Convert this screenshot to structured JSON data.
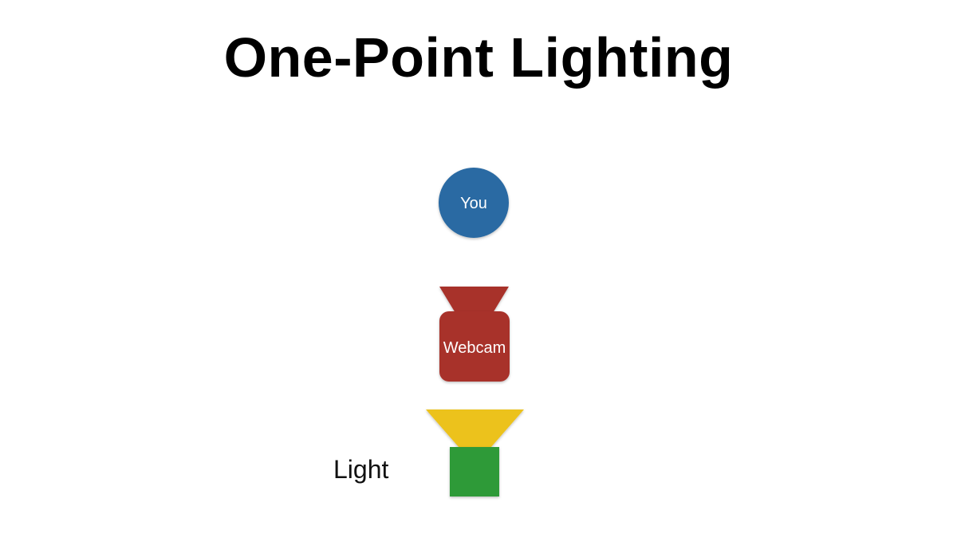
{
  "title": "One-Point Lighting",
  "nodes": {
    "you": {
      "label": "You",
      "color": "#2b6aa3"
    },
    "webcam": {
      "label": "Webcam",
      "color": "#a8302a"
    },
    "light": {
      "label": "Light",
      "lamp_color": "#ecc21e",
      "base_color": "#2f9a38"
    }
  }
}
